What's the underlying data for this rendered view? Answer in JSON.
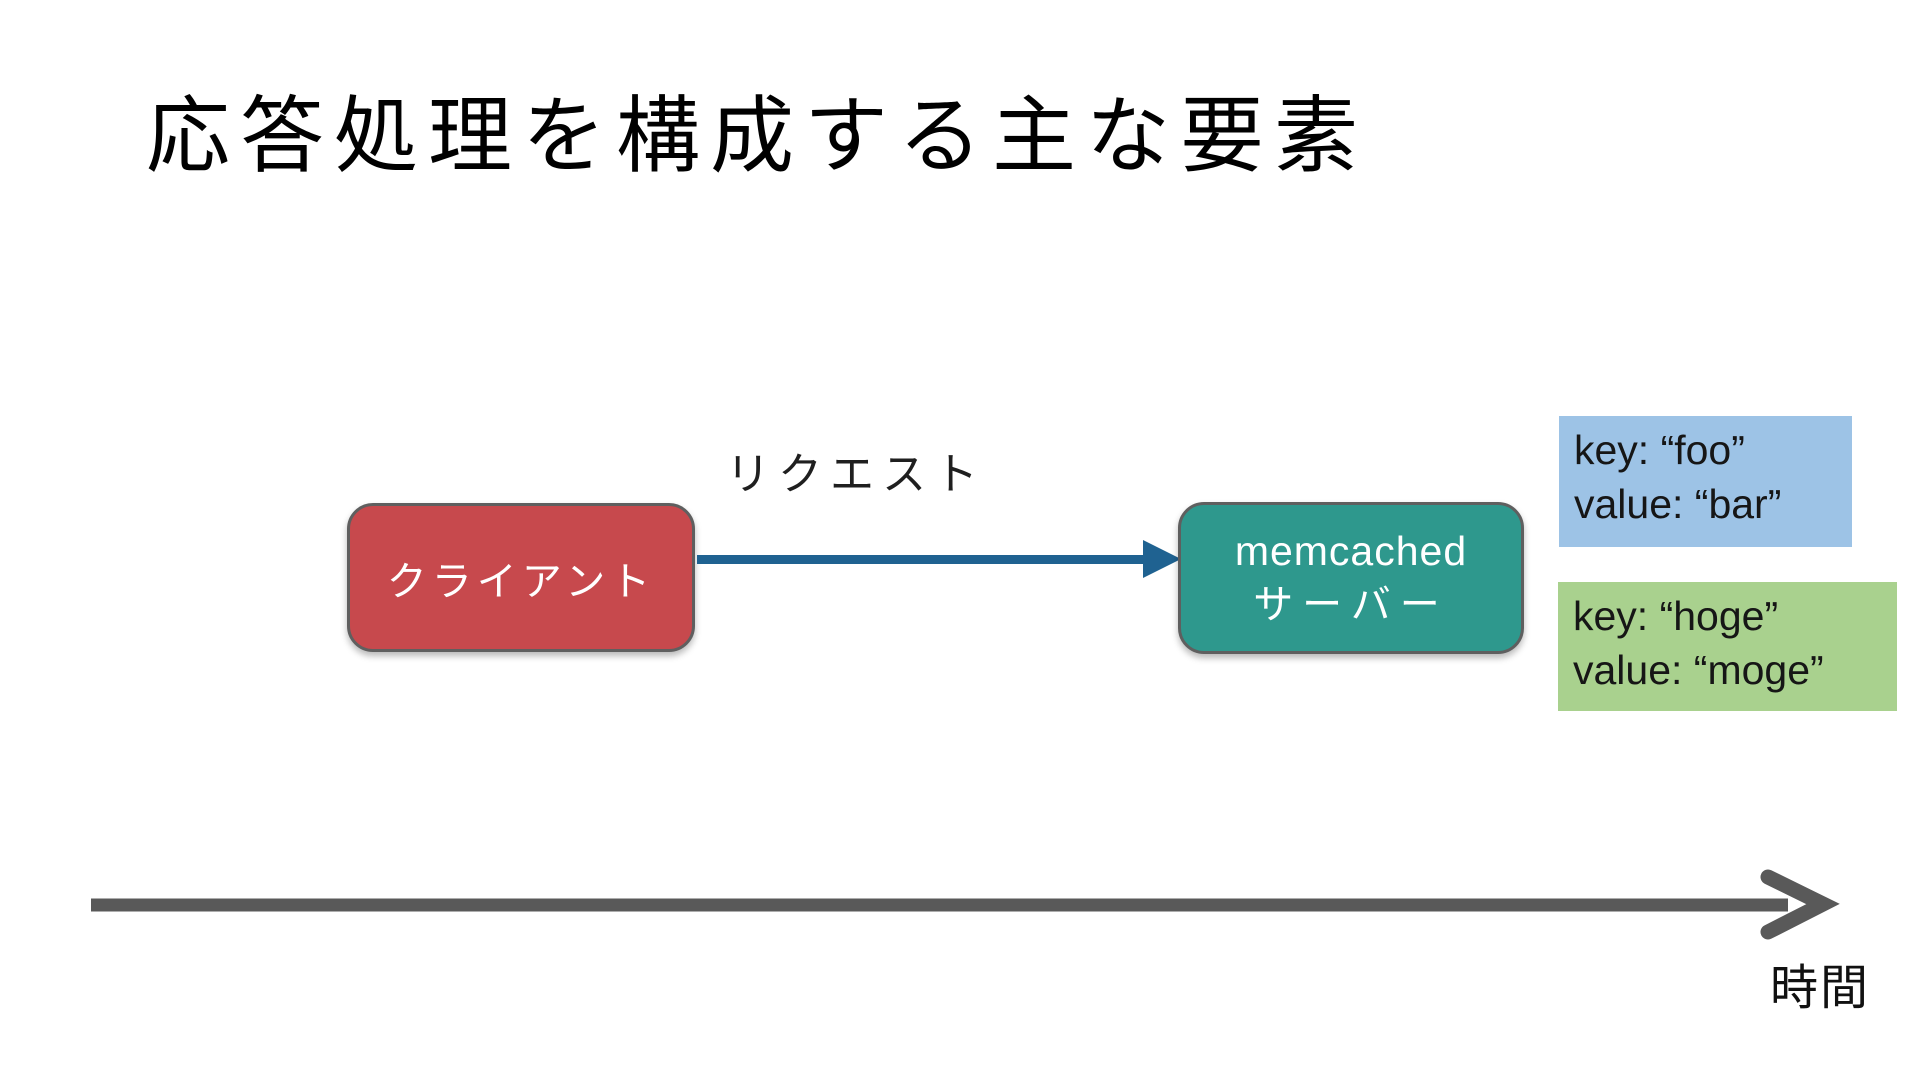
{
  "slide": {
    "title": "応答処理を構成する主な要素"
  },
  "diagram": {
    "request_label": "リクエスト",
    "client": {
      "label": "クライアント",
      "fill": "#C7494D",
      "border_color": "#5F5F5F"
    },
    "server": {
      "label_line1": "memcached",
      "label_line2": "サーバー",
      "fill": "#2E988D",
      "border_color": "#5F5F5F"
    },
    "request_arrow_color": "#1F6291"
  },
  "kv_boxes": [
    {
      "line1": "key: “foo”",
      "line2": "value: “bar”",
      "fill": "#9DC3E6"
    },
    {
      "line1": "key: “hoge”",
      "line2": "value: “moge”",
      "fill": "#A9D18E"
    }
  ],
  "timeline": {
    "label": "時間",
    "color": "#595959"
  }
}
